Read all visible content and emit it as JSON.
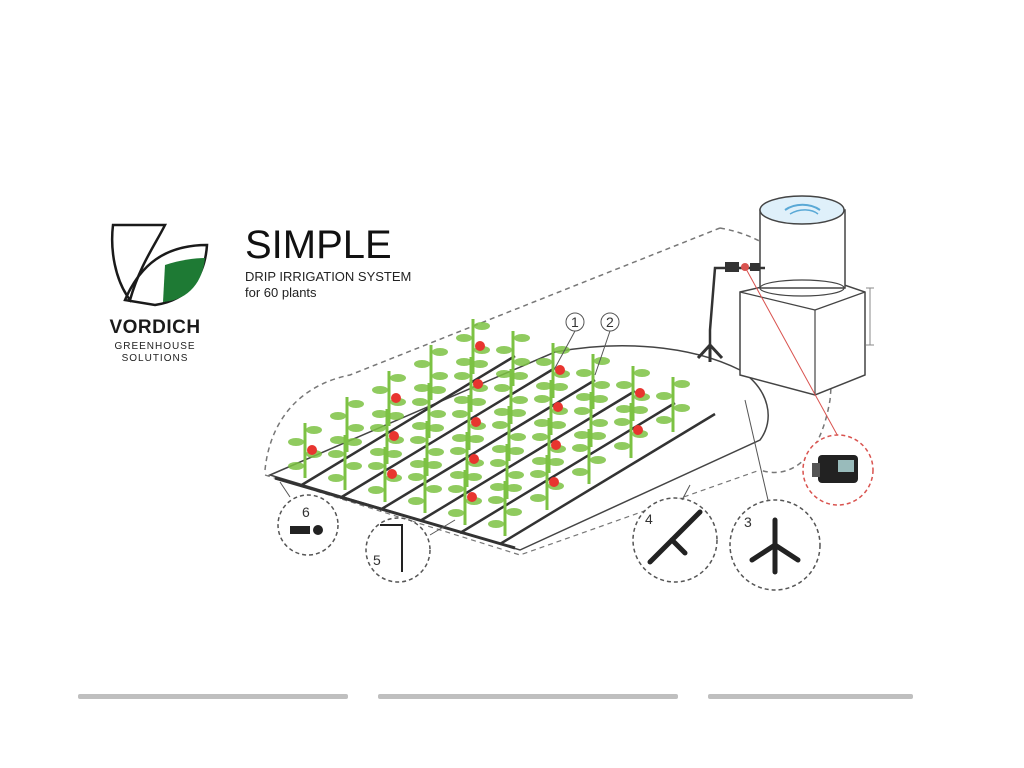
{
  "brand": {
    "name": "VORDICH",
    "subtitle_line1": "GREENHOUSE",
    "subtitle_line2": "SOLUTIONS",
    "logo_icon": "leaf-logo-icon",
    "green": "#1e7a34"
  },
  "title": {
    "main": "SIMPLE",
    "line1": "DRIP IRRIGATION SYSTEM",
    "line2": "for 60 plants"
  },
  "callouts": [
    {
      "label": "1"
    },
    {
      "label": "2"
    },
    {
      "label": "3"
    },
    {
      "label": "4"
    },
    {
      "label": "5"
    },
    {
      "label": "6"
    }
  ],
  "colors": {
    "plant_green": "#7cc243",
    "tomato_red": "#e8352f",
    "pipe_dark": "#333333",
    "dash_gray": "#777777",
    "callout_red": "#d9534f",
    "water_blue": "#5aa9d6"
  }
}
